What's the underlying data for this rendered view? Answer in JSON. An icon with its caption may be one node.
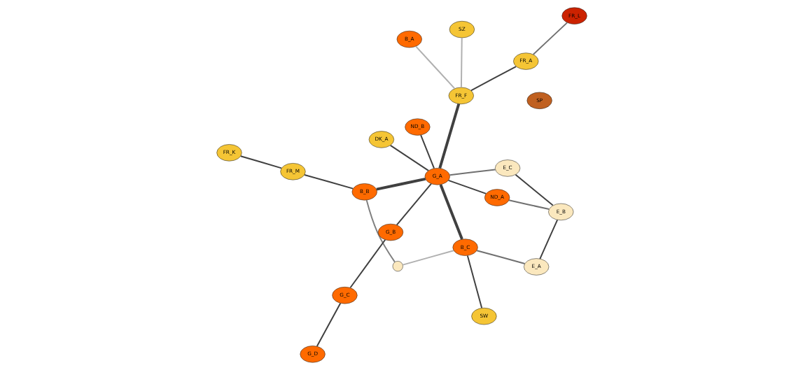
{
  "diagram": {
    "nodes": [
      {
        "text": [],
        "shape": "circle"
      },
      {
        "text": [
          "B_C"
        ]
      },
      {
        "text": [
          "B_B"
        ]
      },
      {
        "text": [
          "B_A"
        ]
      },
      {
        "text": [
          "ND_A"
        ]
      },
      {
        "text": [
          "ND_B"
        ]
      },
      {
        "text": [
          "DK_A"
        ]
      },
      {
        "text": [
          "SW"
        ]
      },
      {
        "text": [
          "G_A"
        ]
      },
      {
        "text": [
          "G_B"
        ]
      },
      {
        "text": [
          "G_C"
        ]
      },
      {
        "text": [
          "G_D"
        ]
      },
      {
        "text": [
          "E_A"
        ]
      },
      {
        "text": [
          "E_B"
        ]
      },
      {
        "text": [
          "E_C"
        ]
      },
      {
        "text": [
          "FR_A"
        ]
      },
      {
        "text": [
          "FR_L"
        ]
      },
      {
        "text": [
          "FR_F"
        ]
      },
      {
        "text": [
          "FR_M"
        ]
      },
      {
        "text": [
          "FR_K"
        ]
      },
      {
        "text": [
          "SZ"
        ]
      },
      {
        "text": [
          "SP"
        ]
      }
    ],
    "edges": [
      {
        "from": 0,
        "to": 1,
        "arrow": "none",
        "color": "#b0b0b0"
      },
      {
        "from": 0,
        "to": 2,
        "arrow": "none",
        "color": "#808080"
      },
      {
        "from": 1,
        "to": 8,
        "arrow": "none",
        "style": "thick"
      },
      {
        "from": 1,
        "to": 7,
        "arrow": "none"
      },
      {
        "from": 1,
        "to": 12,
        "arrow": "none",
        "color": "#707070"
      },
      {
        "from": 4,
        "to": 13,
        "arrow": "none",
        "color": "#707070"
      },
      {
        "from": 2,
        "to": 8,
        "arrow": "none",
        "style": "thick"
      },
      {
        "from": 4,
        "to": 8,
        "arrow": "none"
      },
      {
        "from": 5,
        "to": 8,
        "arrow": "none"
      },
      {
        "from": 6,
        "to": 8,
        "arrow": "none"
      },
      {
        "from": 8,
        "to": 14,
        "arrow": "none",
        "color": "#707070"
      },
      {
        "from": 18,
        "to": 2,
        "arrow": "none"
      },
      {
        "from": 18,
        "to": 19,
        "arrow": "none"
      },
      {
        "from": 3,
        "to": 17,
        "arrow": "none",
        "color": "#b0b0b0"
      },
      {
        "from": 15,
        "to": 16,
        "arrow": "none",
        "color": "#707070"
      },
      {
        "from": 15,
        "to": 17,
        "arrow": "none"
      },
      {
        "from": 17,
        "to": 8,
        "arrow": "none",
        "style": "thick"
      },
      {
        "from": 17,
        "to": 20,
        "arrow": "none",
        "color": "#b0b0b0"
      },
      {
        "from": 8,
        "to": 9,
        "arrow": "none"
      },
      {
        "from": 9,
        "to": 10,
        "arrow": "none"
      },
      {
        "from": 10,
        "to": 11,
        "arrow": "none"
      },
      {
        "from": 12,
        "to": 13,
        "arrow": "none"
      },
      {
        "from": 13,
        "to": 14,
        "arrow": "none"
      }
    ]
  }
}
